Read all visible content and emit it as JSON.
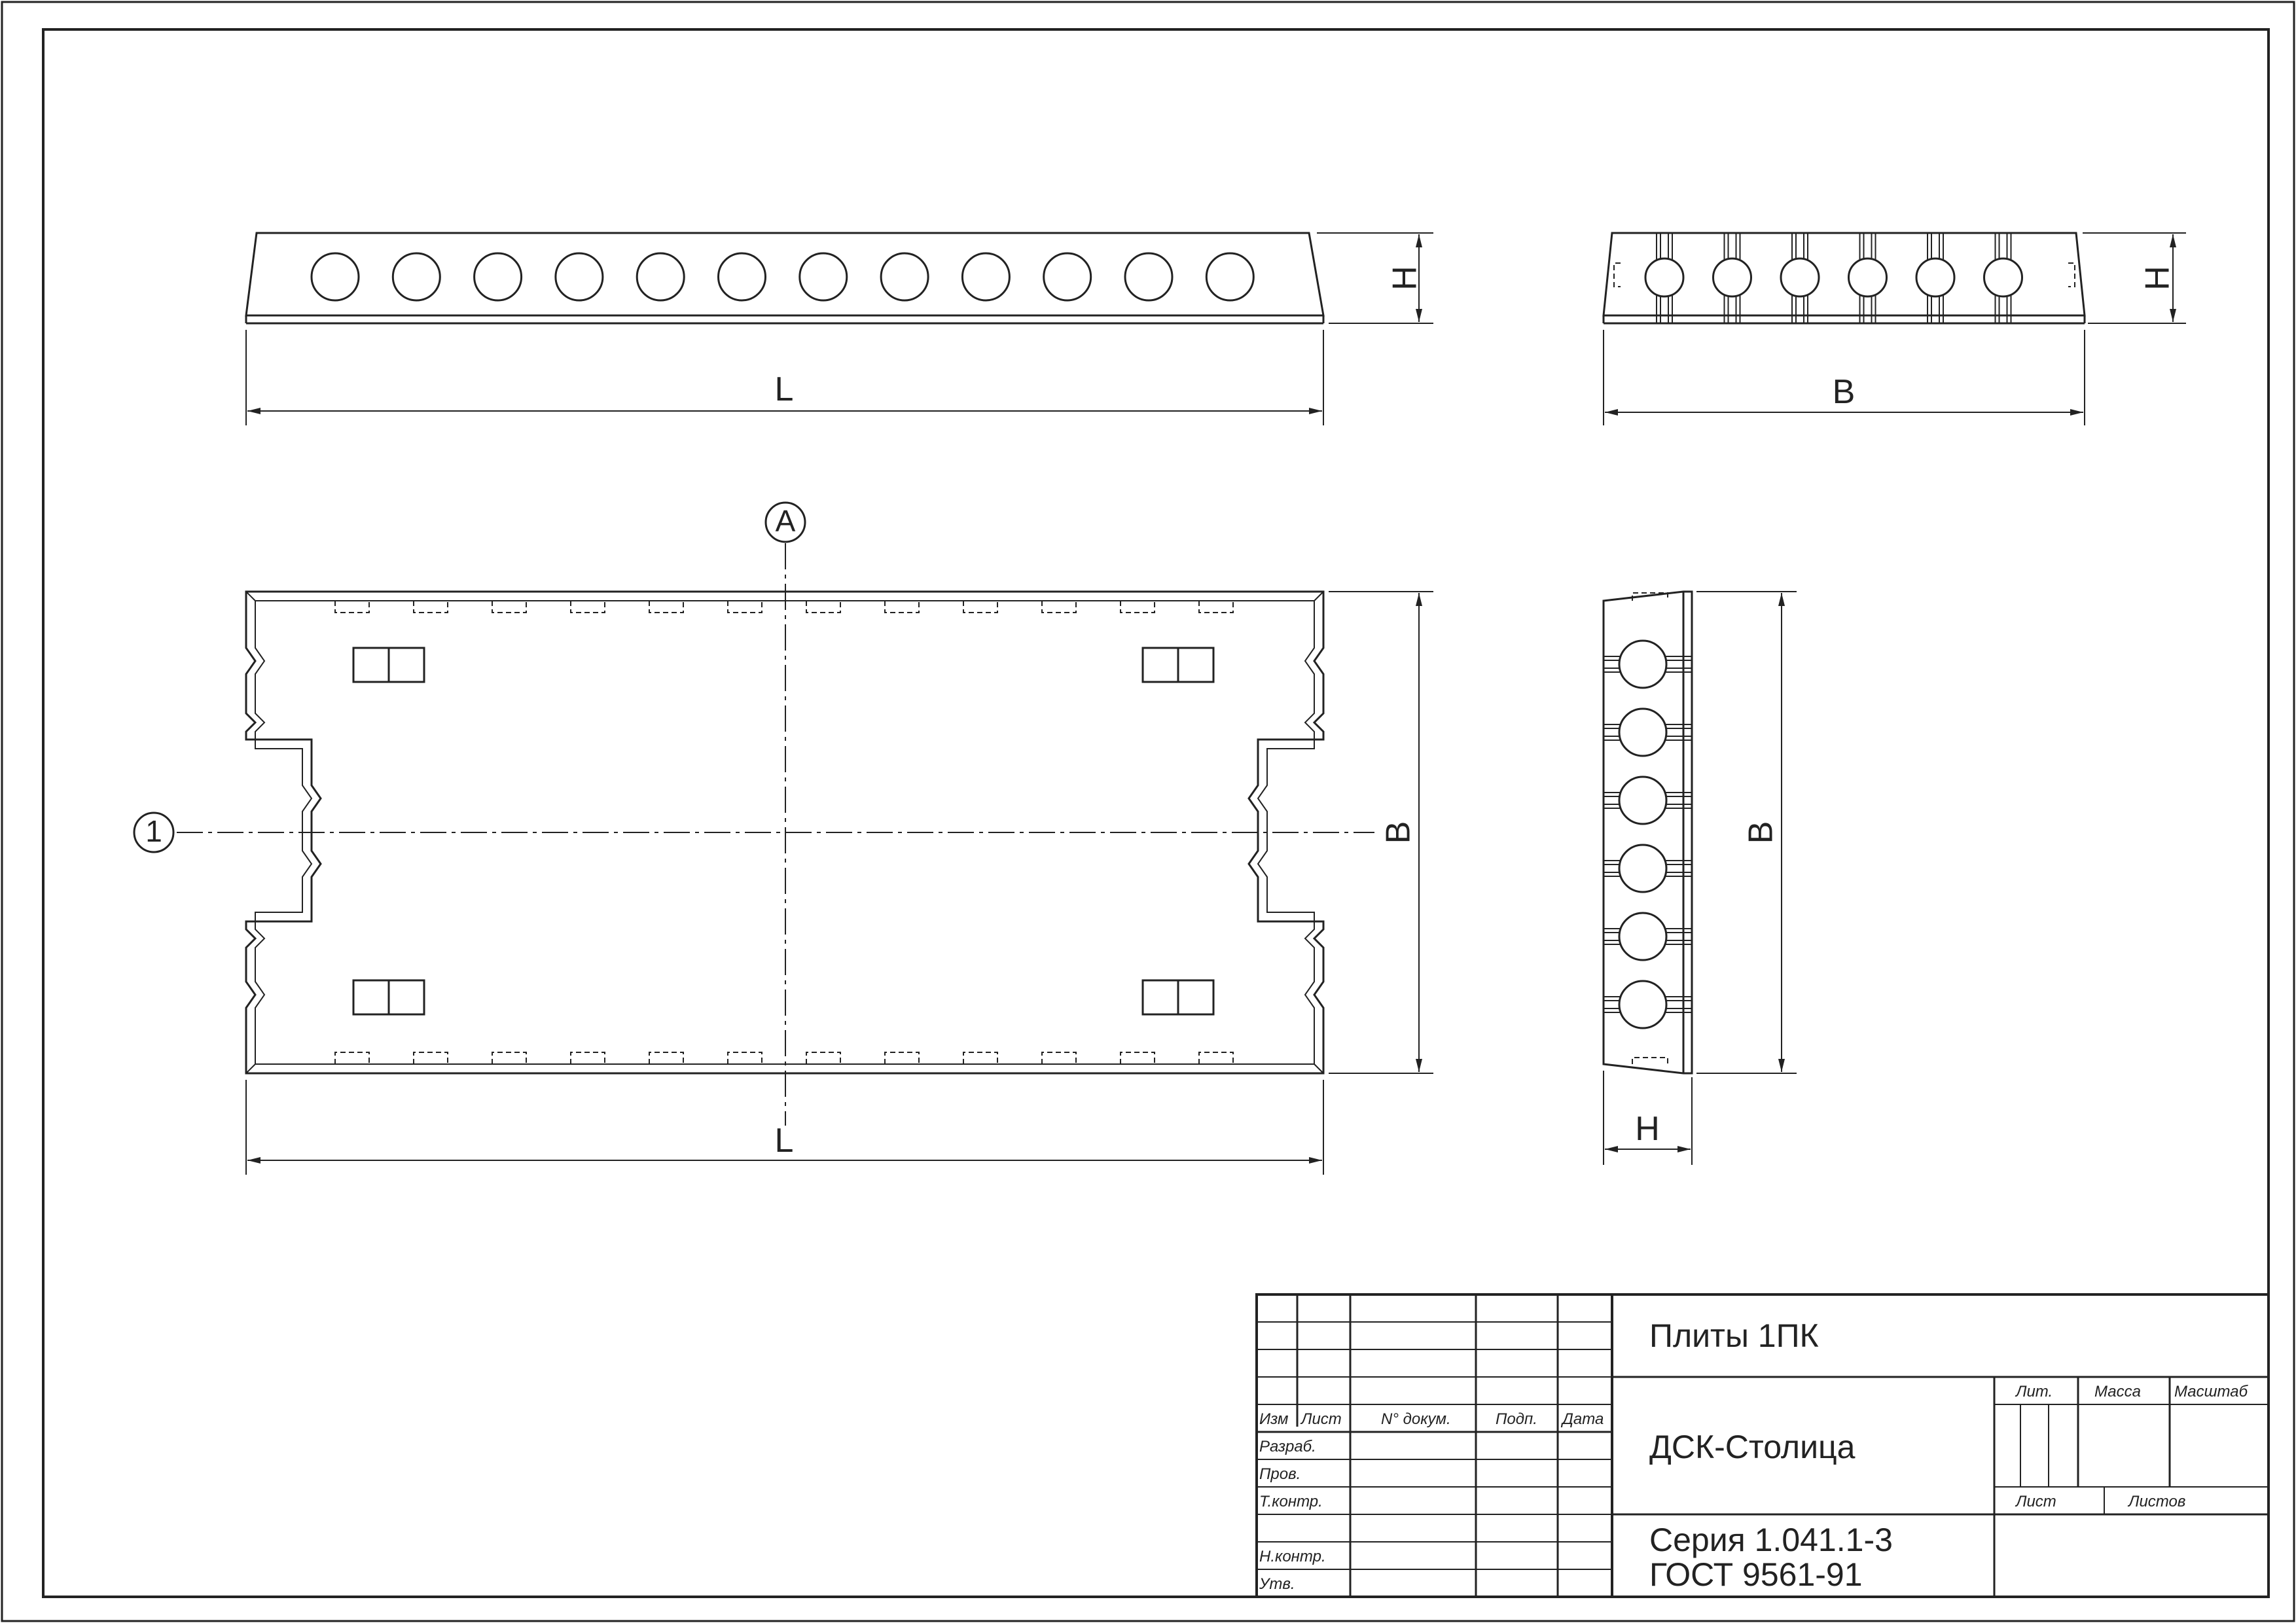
{
  "drawing": {
    "title": "Плиты 1ПК",
    "organization": "ДСК-Столица",
    "series": "Серия 1.041.1-3",
    "standard": "ГОСТ 9561-91"
  },
  "views": {
    "front_dim_h": "H",
    "front_dim_l": "L",
    "side_dim_h": "H",
    "side_dim_b": "B",
    "plan_dim_b": "B",
    "plan_dim_l": "L",
    "plan_axis_a": "A",
    "plan_axis_1": "1",
    "edge_dim_b": "B",
    "edge_dim_h": "H"
  },
  "title_block": {
    "izm": "Изм",
    "list": "Лист",
    "dokum": "N° докум.",
    "podp": "Подп.",
    "data": "Дата",
    "razrab": "Разраб.",
    "prov": "Пров.",
    "tkontr": "Т.контр.",
    "nkontr": "Н.контр.",
    "utv": "Утв.",
    "lit": "Лит.",
    "massa": "Масса",
    "masshtab": "Масштаб",
    "list2": "Лист",
    "listov": "Листов"
  },
  "colors": {
    "line": "#222222",
    "background": "#ffffff"
  }
}
